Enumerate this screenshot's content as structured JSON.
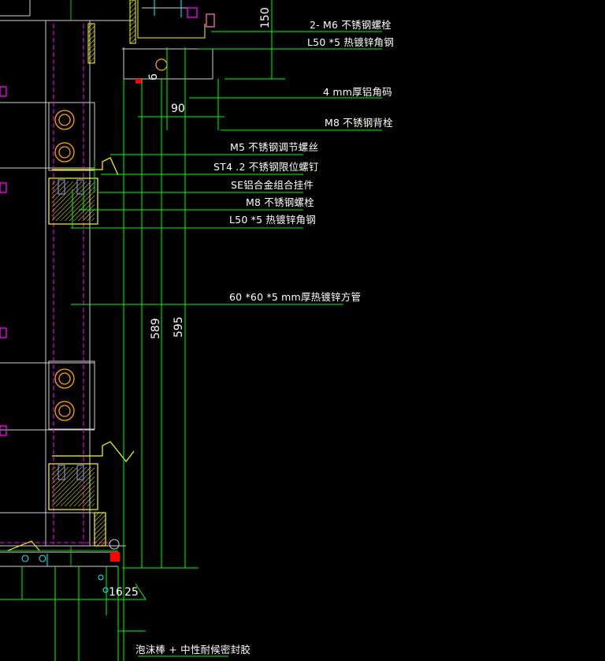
{
  "colors": {
    "background": "#000000",
    "leader": "#00ff00",
    "frame": "#ffffff",
    "glass_dash": "#ff00ff",
    "bracket": "#ffff00",
    "bolt": "#ff8c00",
    "insulation": "#8080ff",
    "hatch": "#00ffff",
    "seal": "#ff0000",
    "text": "#ffffff"
  },
  "callouts": [
    {
      "id": "m6-bolt",
      "text": "2- M6 不锈钢螺栓"
    },
    {
      "id": "l50-angle-top",
      "text": "L50 *5 热镀锌角钢"
    },
    {
      "id": "aluminum-code",
      "text": "4 mm厚铝角码"
    },
    {
      "id": "m8-back-bolt",
      "text": "M8 不锈钢背栓"
    },
    {
      "id": "m5-adjust-screw",
      "text": "M5 不锈钢调节螺丝"
    },
    {
      "id": "st4-limit-nail",
      "text": "ST4 .2 不锈钢限位螺钉"
    },
    {
      "id": "se-hanger",
      "text": "SE铝合金组合挂件"
    },
    {
      "id": "m8-bolt",
      "text": "M8 不锈钢螺栓"
    },
    {
      "id": "l50-angle-mid",
      "text": "L50 *5 热镀锌角钢"
    },
    {
      "id": "square-tube",
      "text": "60 *60 *5 mm厚热镀锌方管"
    },
    {
      "id": "foam-seal",
      "text": "泡沫棒 + 中性耐候密封胶"
    }
  ],
  "dimensions": {
    "d150": "150",
    "d6": "6",
    "d90": "90",
    "d589": "589",
    "d595": "595",
    "d16": "16",
    "d25": "25"
  }
}
